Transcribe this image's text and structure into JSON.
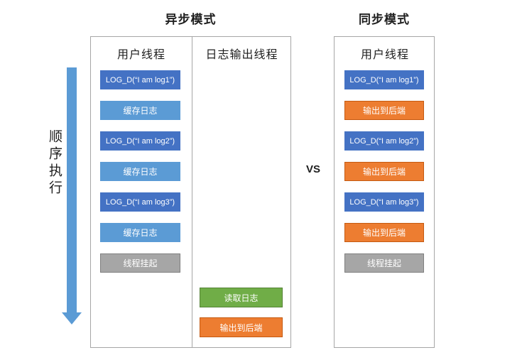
{
  "titles": {
    "async": "异步模式",
    "sync": "同步模式"
  },
  "vs_label": "VS",
  "sequence_label": "顺序执行",
  "async_panel": {
    "user_column": {
      "header": "用户线程",
      "boxes": [
        {
          "label": "LOG_D(“I am log1”)",
          "type": "log"
        },
        {
          "label": "缓存日志",
          "type": "cache"
        },
        {
          "label": "LOG_D(“I am log2”)",
          "type": "log"
        },
        {
          "label": "缓存日志",
          "type": "cache"
        },
        {
          "label": "LOG_D(“I am log3”)",
          "type": "log"
        },
        {
          "label": "缓存日志",
          "type": "cache"
        },
        {
          "label": "线程挂起",
          "type": "suspend"
        }
      ]
    },
    "output_column": {
      "header": "日志输出线程",
      "boxes": [
        {
          "label": "读取日志",
          "type": "read"
        },
        {
          "label": "输出到后端",
          "type": "output"
        }
      ]
    }
  },
  "sync_panel": {
    "header": "用户线程",
    "boxes": [
      {
        "label": "LOG_D(“I am log1”)",
        "type": "log"
      },
      {
        "label": "输出到后端",
        "type": "output"
      },
      {
        "label": "LOG_D(“I am log2”)",
        "type": "log"
      },
      {
        "label": "输出到后端",
        "type": "output"
      },
      {
        "label": "LOG_D(“I am log3”)",
        "type": "log"
      },
      {
        "label": "输出到后端",
        "type": "output"
      },
      {
        "label": "线程挂起",
        "type": "suspend"
      }
    ]
  },
  "colors": {
    "log": "#4472C4",
    "cache": "#5B9BD5",
    "output": "#ED7D31",
    "output_border": "#C55A11",
    "read": "#70AD47",
    "read_border": "#548235",
    "suspend": "#A6A6A6",
    "suspend_border": "#7F7F7F",
    "arrow": "#5B9BD5",
    "panel_border": "#A6A6A6"
  }
}
